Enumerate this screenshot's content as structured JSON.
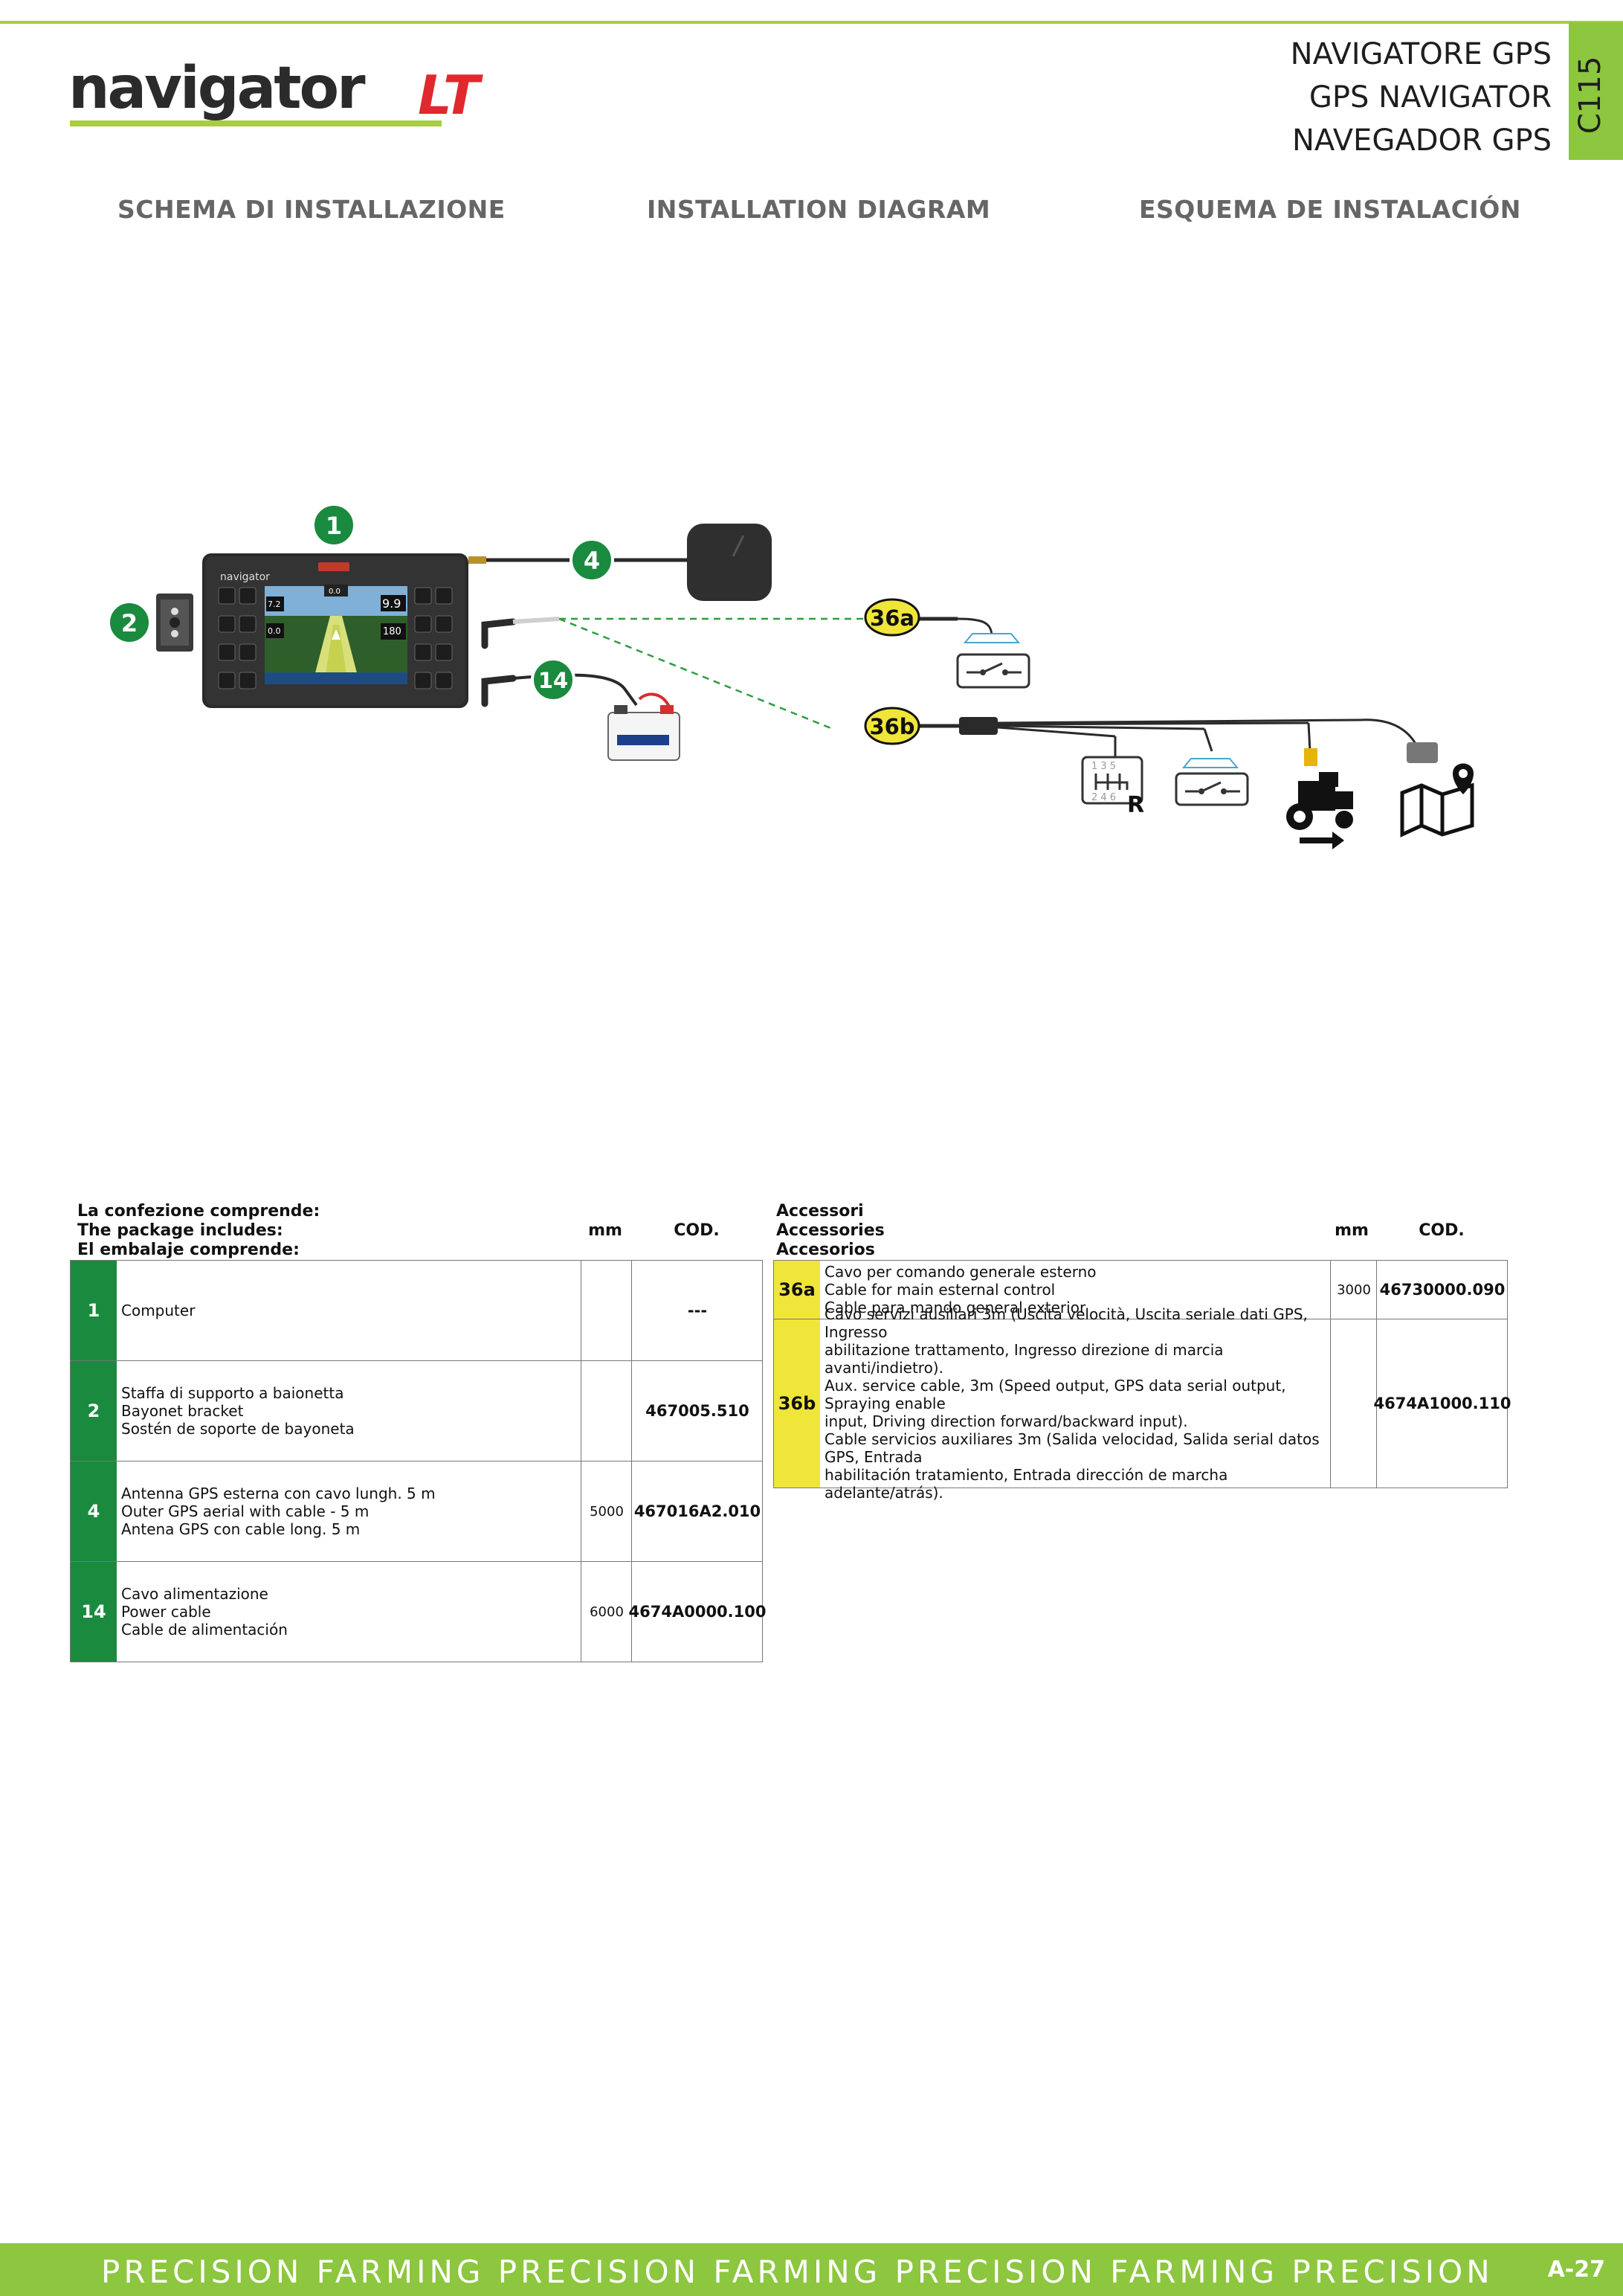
{
  "brand": {
    "logo_main": "navigator",
    "logo_suffix": "LT"
  },
  "titles": [
    "NAVIGATORE GPS",
    "GPS NAVIGATOR",
    "NAVEGADOR GPS"
  ],
  "tab_code": "C115",
  "section_heads": [
    "SCHEMA DI INSTALLAZIONE",
    "INSTALLATION DIAGRAM",
    "ESQUEMA DE INSTALACIÓN"
  ],
  "diagram": {
    "labels": [
      "1",
      "2",
      "4",
      "14",
      "36a",
      "36b"
    ],
    "device": {
      "brand": "navigator",
      "vals": [
        "0.0",
        "7.2",
        "9.9",
        "0.0",
        "180"
      ]
    },
    "gear_digits_top": "1 3 5",
    "gear_digits_bottom": "2 4 6",
    "gear_reverse": "R"
  },
  "package": {
    "header": [
      "La confezione comprende:",
      "The package includes:",
      "El embalaje comprende:"
    ],
    "col_mm": "mm",
    "col_cod": "COD.",
    "rows": [
      {
        "num": "1",
        "desc": [
          "Computer"
        ],
        "mm": "",
        "cod": "---"
      },
      {
        "num": "2",
        "desc": [
          "Staffa di supporto a baionetta",
          "Bayonet bracket",
          "Sostén de soporte de bayoneta"
        ],
        "mm": "",
        "cod": "467005.510"
      },
      {
        "num": "4",
        "desc": [
          "Antenna GPS esterna con cavo lungh. 5 m",
          "Outer GPS aerial with cable - 5 m",
          "Antena GPS con cable long. 5 m"
        ],
        "mm": "5000",
        "cod": "467016A2.010"
      },
      {
        "num": "14",
        "desc": [
          "Cavo alimentazione",
          "Power cable",
          "Cable de alimentación"
        ],
        "mm": "6000",
        "cod": "4674A0000.100"
      }
    ]
  },
  "accessories": {
    "header": [
      "Accessori",
      "Accessories",
      "Accesorios"
    ],
    "col_mm": "mm",
    "col_cod": "COD.",
    "rows": [
      {
        "num": "36a",
        "desc": [
          "Cavo per comando generale esterno",
          "Cable for main esternal control",
          "Cable para mando general exterior"
        ],
        "mm": "3000",
        "cod": "46730000.090"
      },
      {
        "num": "36b",
        "desc": [
          "Cavo servizi ausiliari 3m (Uscita velocità, Uscita seriale dati GPS, Ingresso",
          "abilitazione trattamento, Ingresso direzione di marcia avanti/indietro).",
          "Aux. service cable, 3m (Speed output, GPS data serial output, Spraying enable",
          "input, Driving direction forward/backward input).",
          "Cable servicios auxiliares 3m (Salida velocidad, Salida serial datos GPS, Entrada",
          "habilitación tratamiento, Entrada dirección de marcha adelante/atrás)."
        ],
        "mm": "",
        "cod": "4674A1000.110"
      }
    ]
  },
  "footer": {
    "text": "PRECISION FARMING  PRECISION FARMING  PRECISION FARMING  PRECISION",
    "page": "A-27"
  },
  "colors": {
    "green_badge": "#1a8a3f",
    "yellow_badge": "#f0e63a",
    "brand_green": "#8dc63f",
    "brand_red": "#e0282e"
  }
}
